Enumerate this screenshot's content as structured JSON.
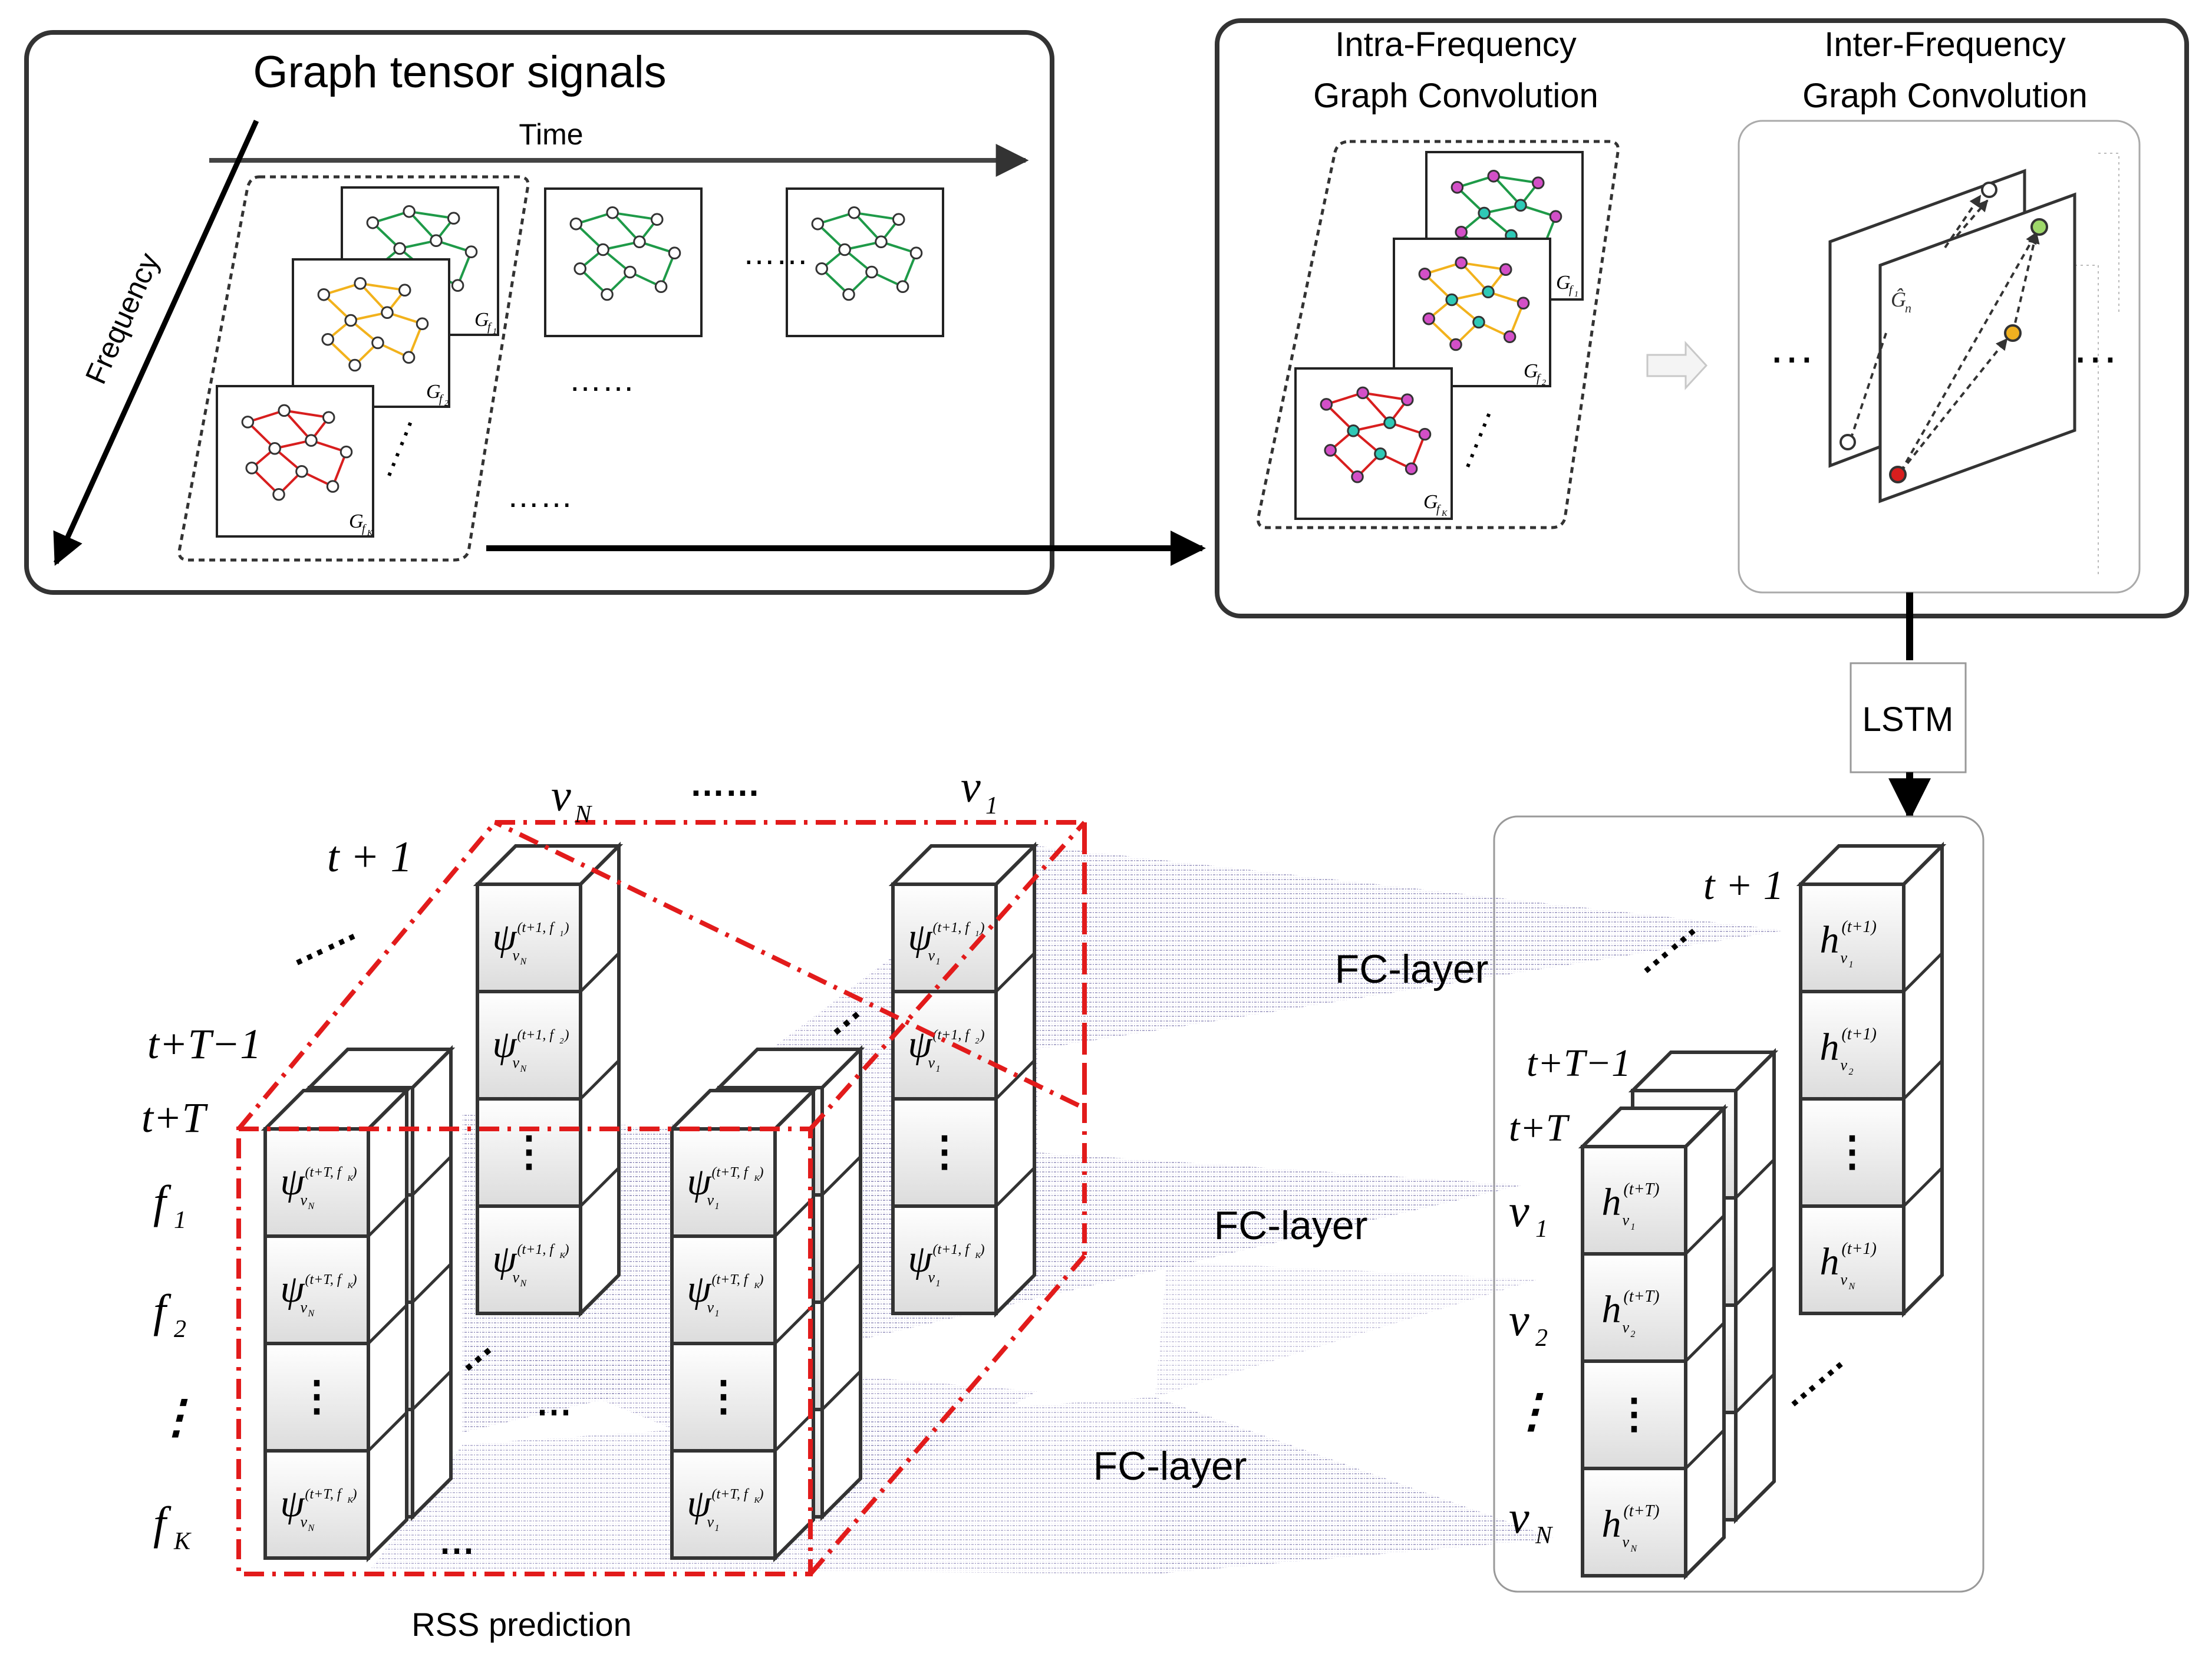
{
  "panel_left": {
    "title": "Graph tensor signals",
    "time_label": "Time",
    "frequency_label": "Frequency",
    "graph_labels": {
      "g1": "G",
      "g1_sub": "f",
      "g1_subsub": "1",
      "g2": "G",
      "g2_sub": "f",
      "g2_subsub": "2",
      "gk": "G",
      "gk_sub": "f",
      "gk_subsub": "K"
    },
    "ellipsis_h": "……",
    "ellipsis_v": "……"
  },
  "panel_right": {
    "intra_line1": "Intra-Frequency",
    "intra_line2": "Graph Convolution",
    "inter_line1": "Inter-Frequency",
    "inter_line2": "Graph Convolution",
    "graph_labels": {
      "g1": "G",
      "g1_sub": "f",
      "g1_subsub": "1",
      "g2": "G",
      "g2_sub": "f",
      "g2_subsub": "2",
      "gk": "G",
      "gk_sub": "f",
      "gk_subsub": "K"
    },
    "gn_label": "Ĝ",
    "gn_sub": "n",
    "dots": "…"
  },
  "lstm": {
    "label": "LSTM"
  },
  "fc_layers": [
    "FC-layer",
    "FC-layer",
    "FC-layer"
  ],
  "rss": {
    "caption": "RSS prediction",
    "v_top_left": "v",
    "v_top_left_sub": "N",
    "v_top_right": "v",
    "v_top_right_sub": "1",
    "top_dots": "……",
    "t_plus_1": "t + 1",
    "t_plus_T_minus_1": "t+T−1",
    "t_plus_T": "t+T",
    "f_labels": [
      {
        "main": "f",
        "sub": "1"
      },
      {
        "main": "f",
        "sub": "2"
      },
      {
        "main": "⋮",
        "sub": ""
      },
      {
        "main": "f",
        "sub": "K"
      }
    ],
    "psi": "ψ",
    "cell_back": [
      {
        "sub": "v",
        "subsub": "N",
        "sup": "(t+1, f",
        "supsub": "1",
        "supend": ")"
      },
      {
        "sub": "v",
        "subsub": "N",
        "sup": "(t+1, f",
        "supsub": "2",
        "supend": ")"
      },
      {
        "dots": "⋮"
      },
      {
        "sub": "v",
        "subsub": "N",
        "sup": "(t+1, f",
        "supsub": "K",
        "supend": ")"
      }
    ],
    "cell_back_right": [
      {
        "sub": "v",
        "subsub": "1",
        "sup": "(t+1, f",
        "supsub": "1",
        "supend": ")"
      },
      {
        "sub": "v",
        "subsub": "1",
        "sup": "(t+1, f",
        "supsub": "2",
        "supend": ")"
      },
      {
        "dots": "⋮"
      },
      {
        "sub": "v",
        "subsub": "1",
        "sup": "(t+1, f",
        "supsub": "K",
        "supend": ")"
      }
    ],
    "cell_front": [
      {
        "sub": "v",
        "subsub": "N",
        "sup": "(t+T, f",
        "supsub": "K",
        "supend": ")"
      },
      {
        "sub": "v",
        "subsub": "N",
        "sup": "(t+T, f",
        "supsub": "K",
        "supend": ")"
      },
      {
        "dots": "⋮"
      },
      {
        "sub": "v",
        "subsub": "N",
        "sup": "(t+T, f",
        "supsub": "K",
        "supend": ")"
      }
    ],
    "cell_front_right": [
      {
        "sub": "v",
        "subsub": "1",
        "sup": "(t+T, f",
        "supsub": "K",
        "supend": ")"
      },
      {
        "sub": "v",
        "subsub": "1",
        "sup": "(t+T, f",
        "supsub": "K",
        "supend": ")"
      },
      {
        "dots": "⋮"
      },
      {
        "sub": "v",
        "subsub": "1",
        "sup": "(t+T, f",
        "supsub": "K",
        "supend": ")"
      }
    ],
    "dots_small": "…",
    "dots_mid": "⋯"
  },
  "hidden": {
    "t_plus_1": "t + 1",
    "t_plus_T_minus_1": "t+T−1",
    "t_plus_T": "t+T",
    "v_labels": [
      {
        "main": "v",
        "sub": "1"
      },
      {
        "main": "v",
        "sub": "2"
      },
      {
        "main": "⋮",
        "sub": ""
      },
      {
        "main": "v",
        "sub": "N"
      }
    ],
    "h": "h",
    "col_back": [
      {
        "sub": "v",
        "subsub": "1",
        "sup": "(t+1)"
      },
      {
        "sub": "v",
        "subsub": "2",
        "sup": "(t+1)"
      },
      {
        "dots": "⋮"
      },
      {
        "sub": "v",
        "subsub": "N",
        "sup": "(t+1)"
      }
    ],
    "col_front": [
      {
        "sub": "v",
        "subsub": "1",
        "sup": "(t+T)"
      },
      {
        "sub": "v",
        "subsub": "2",
        "sup": "(t+T)"
      },
      {
        "dots": "⋮"
      },
      {
        "sub": "v",
        "subsub": "N",
        "sup": "(t+T)"
      }
    ],
    "dots": "……"
  },
  "colors": {
    "green": "#1e9a48",
    "yellow": "#f2b21c",
    "red": "#d81e1e",
    "magenta": "#d34fc7",
    "cyan": "#2ec9b6",
    "lime": "#9ed86a",
    "orange_node": "#f0b020",
    "dashed_red": "#e21b1b",
    "mesh": "#7b7ca6"
  }
}
